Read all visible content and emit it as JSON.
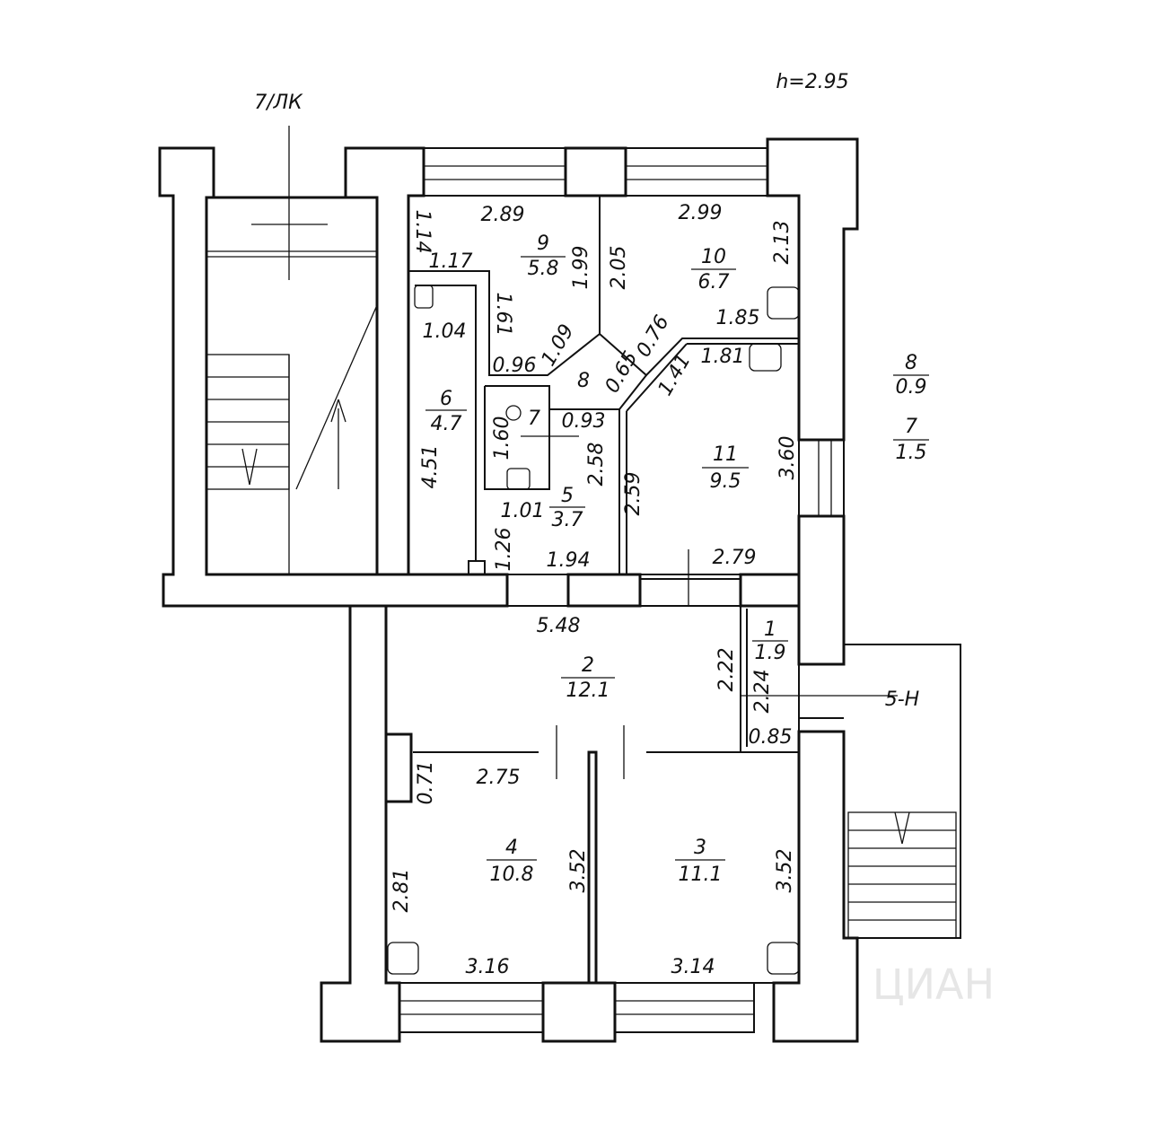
{
  "height_label": "h=2.95",
  "labels": {
    "stair_lk": "7/ЛК",
    "entrance": "5-Н",
    "watermark": "ЦИАН"
  },
  "rooms": [
    {
      "num": "1",
      "area": "1.9"
    },
    {
      "num": "2",
      "area": "12.1"
    },
    {
      "num": "3",
      "area": "11.1"
    },
    {
      "num": "4",
      "area": "10.8"
    },
    {
      "num": "5",
      "area": "3.7"
    },
    {
      "num": "6",
      "area": "4.7"
    },
    {
      "num": "7",
      "area": ""
    },
    {
      "num": "8",
      "area": ""
    },
    {
      "num": "9",
      "area": "5.8"
    },
    {
      "num": "10",
      "area": "6.7"
    },
    {
      "num": "11",
      "area": "9.5"
    },
    {
      "num": "8",
      "area": "0.9"
    },
    {
      "num": "7",
      "area": "1.5"
    }
  ],
  "dims": [
    "2.89",
    "1.14",
    "1.17",
    "1.99",
    "2.05",
    "2.99",
    "2.13",
    "1.61",
    "1.04",
    "1.85",
    "1.09",
    "0.76",
    "1.81",
    "0.96",
    "0.65",
    "1.41",
    "0.93",
    "1.60",
    "3.60",
    "4.51",
    "2.58",
    "2.59",
    "1.01",
    "1.26",
    "1.94",
    "2.79",
    "5.48",
    "2.22",
    "2.24",
    "0.85",
    "0.71",
    "2.75",
    "3.52",
    "3.52",
    "2.81",
    "3.16",
    "3.14"
  ]
}
